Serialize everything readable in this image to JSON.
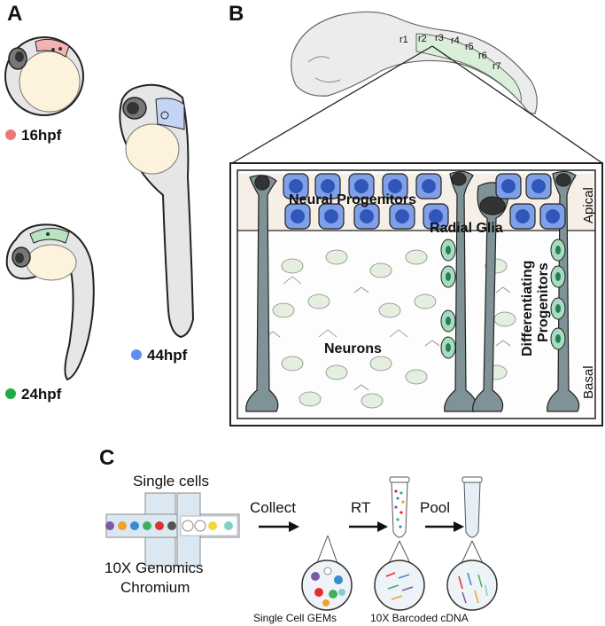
{
  "panels": {
    "a": {
      "letter": "A",
      "stages": [
        {
          "label": "16hpf",
          "color": "#ef7777"
        },
        {
          "label": "24hpf",
          "color": "#22aa44"
        },
        {
          "label": "44hpf",
          "color": "#5f8ff0"
        }
      ]
    },
    "b": {
      "letter": "B",
      "rhombomeres": [
        "r1",
        "r2",
        "r3",
        "r4",
        "r5",
        "r6",
        "r7"
      ],
      "labels": {
        "neural_progenitors": "Neural Progenitors",
        "radial_glia": "Radial Glia",
        "neurons": "Neurons",
        "differentiating_line1": "Differentiating",
        "differentiating_line2": "Progenitors",
        "apical": "Apical",
        "basal": "Basal"
      }
    },
    "c": {
      "letter": "C",
      "single_cells": "Single cells",
      "chromium_line1": "10X Genomics",
      "chromium_line2": "Chromium",
      "steps": [
        "Collect",
        "RT",
        "Pool"
      ],
      "captions": [
        "Single Cell GEMs",
        "10X Barcoded cDNA"
      ]
    }
  },
  "colors": {
    "outline": "#222222",
    "glia": "#7f9296",
    "progenitor": "#3b6bd0",
    "differentiating": "#a8dcc0",
    "neuron_fill": "#e4efdf",
    "yolk": "#fdf3dc",
    "body": "#e6e6e6"
  }
}
